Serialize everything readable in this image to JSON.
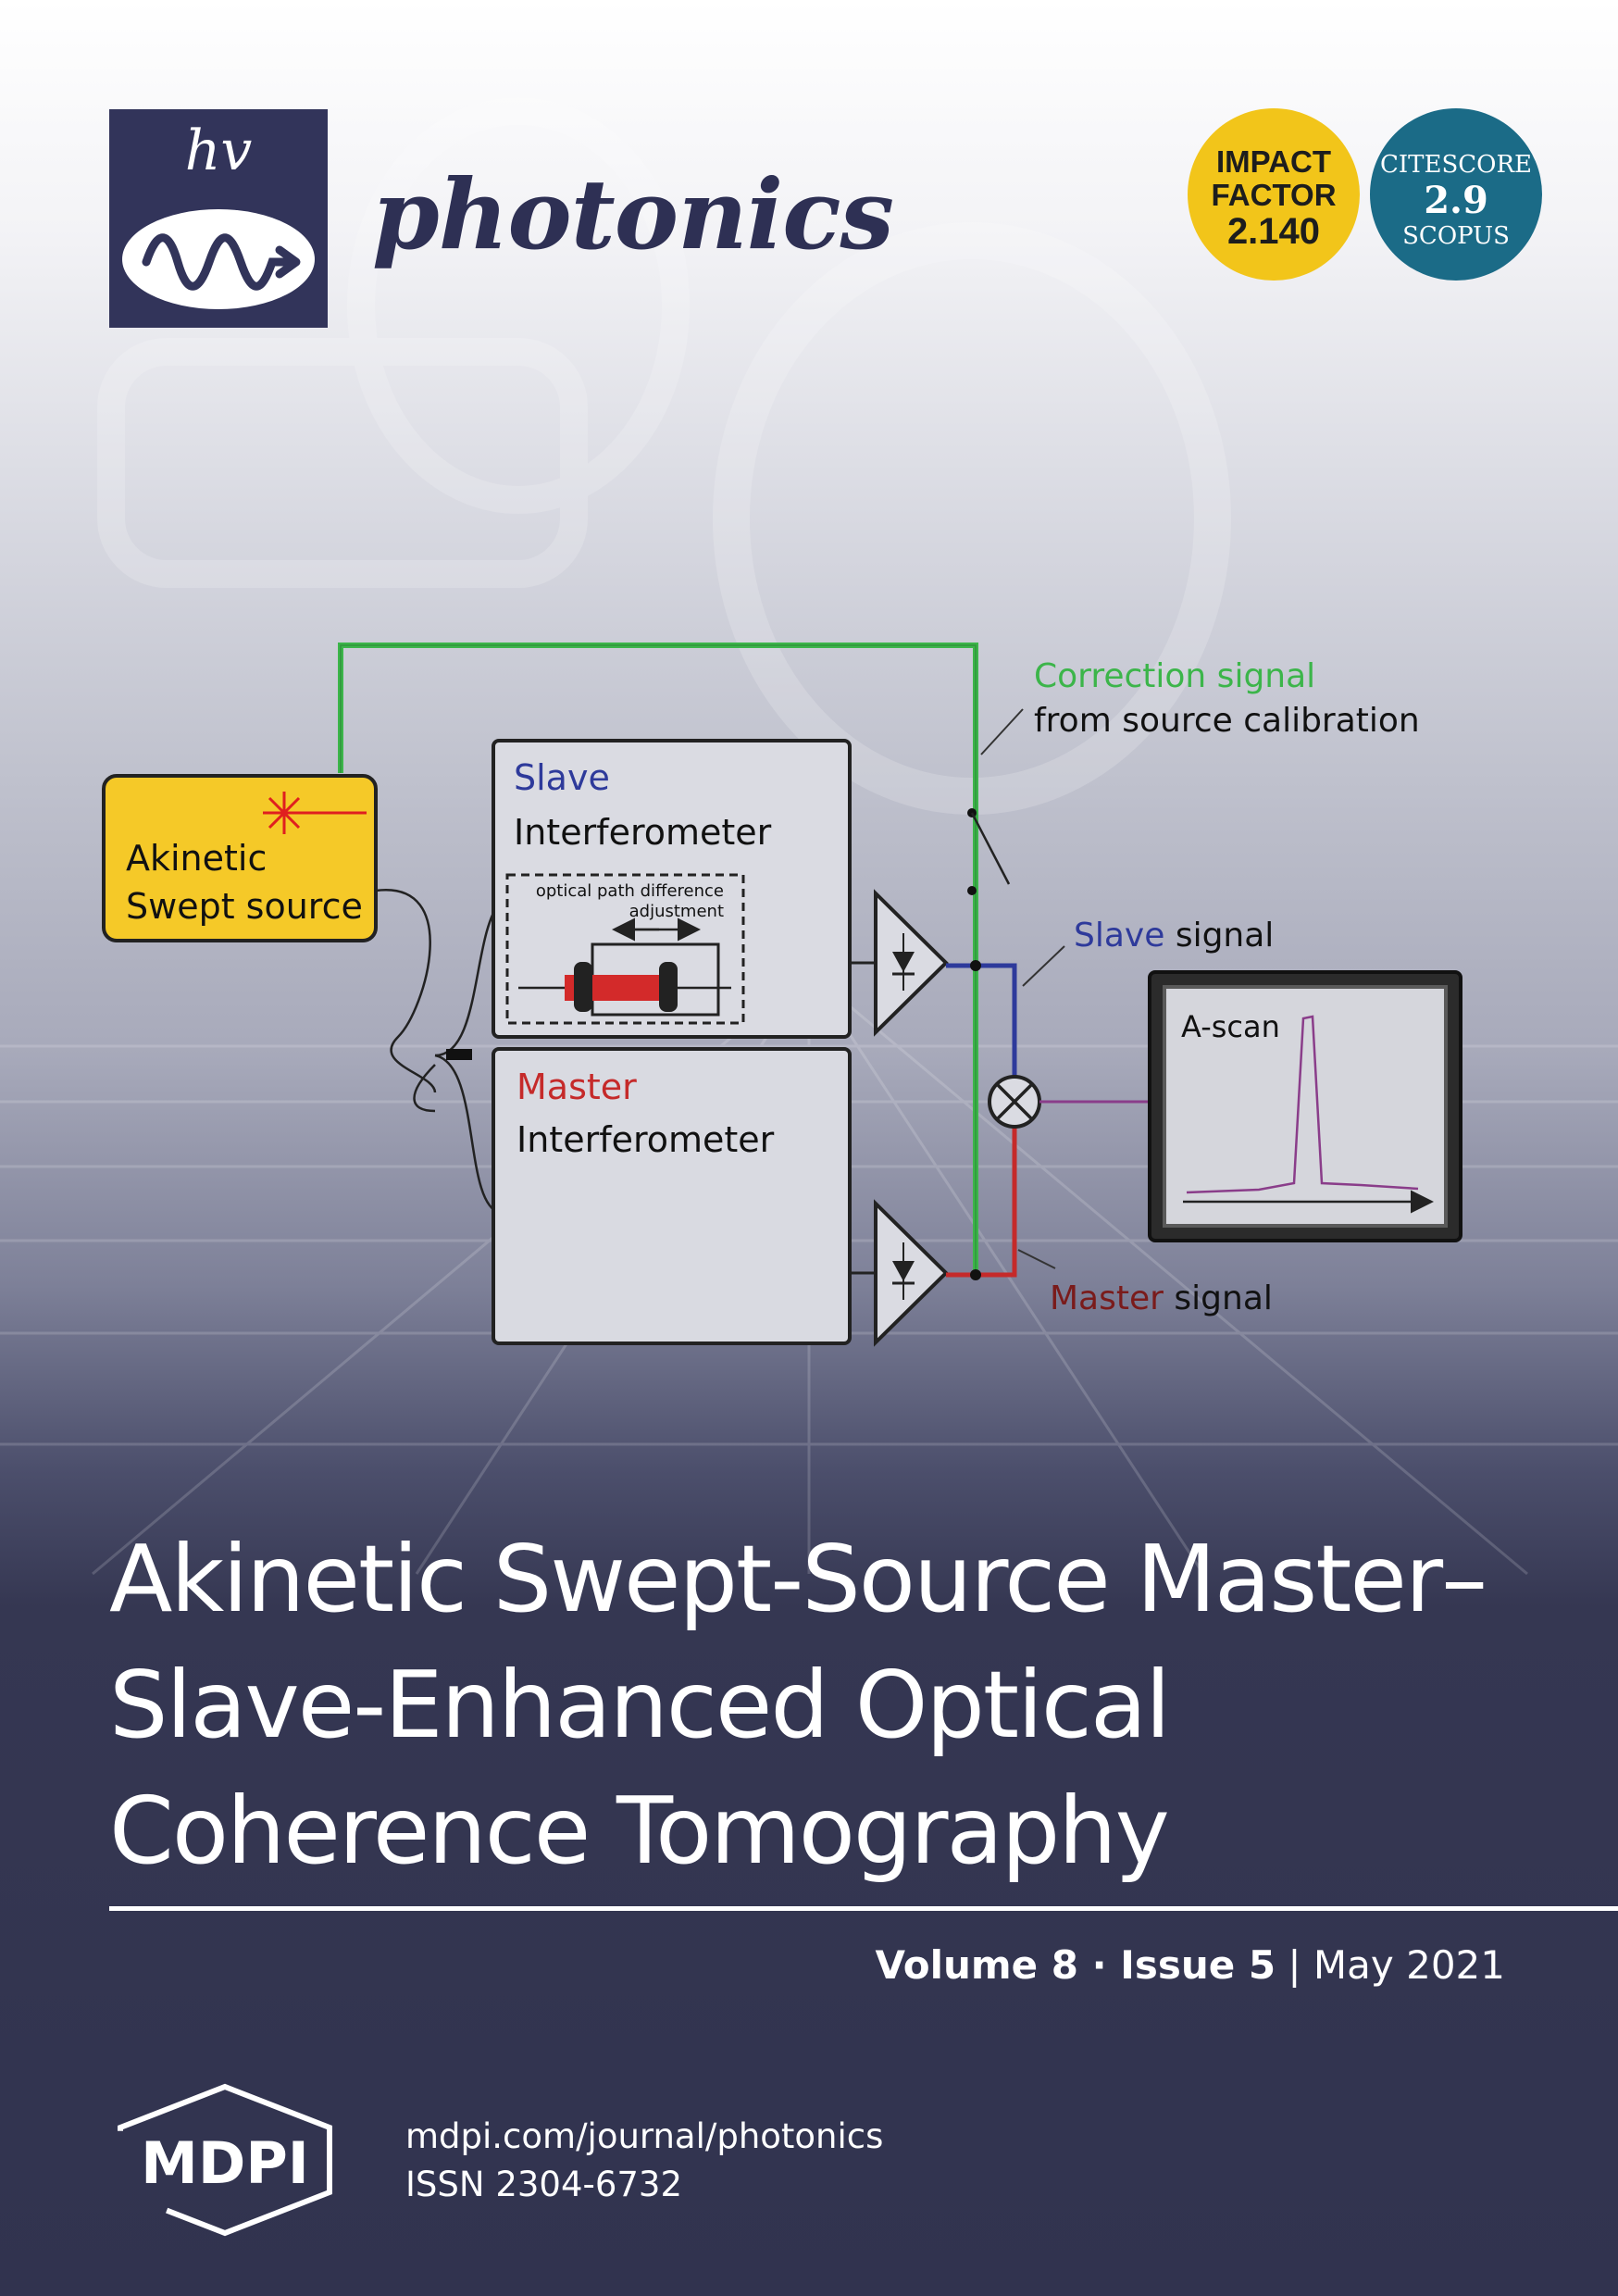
{
  "journal": {
    "logo_text": "hv",
    "name": "photonics"
  },
  "badges": {
    "impact": {
      "line1": "IMPACT",
      "line2": "FACTOR",
      "value": "2.140"
    },
    "citescore": {
      "line1": "CITESCORE",
      "value": "2.9",
      "line3": "SCOPUS"
    }
  },
  "diagram": {
    "source_line1": "Akinetic",
    "source_line2": "Swept source",
    "slave_title": "Slave",
    "slave_sub": "Interferometer",
    "opd_line1": "optical path difference",
    "opd_line2": "adjustment",
    "master_title": "Master",
    "master_sub": "Interferometer",
    "correction_line1": "Correction signal",
    "correction_line2": "from source calibration",
    "slave_signal_word": "Slave",
    "slave_signal_suffix": " signal",
    "master_signal_word": "Master",
    "master_signal_suffix": " signal",
    "ascan_label": "A-scan"
  },
  "article": {
    "title_lines": [
      "Akinetic Swept-Source Master–",
      "Slave-Enhanced Optical",
      "Coherence Tomography"
    ]
  },
  "issue": {
    "volume": "Volume 8",
    "separator": " · ",
    "issue": "Issue 5",
    "divider": " | ",
    "date": "May 2021"
  },
  "footer": {
    "publisher": "MDPI",
    "url": "mdpi.com/journal/photonics",
    "issn": "ISSN 2304-6732"
  },
  "colors": {
    "navy": "#32345a",
    "impact_badge": "#f2c51a",
    "citescore_badge": "#1b6b87",
    "correction_green": "#3cb54a",
    "slave_blue": "#2e3a9b",
    "master_red": "#c52a2a"
  }
}
